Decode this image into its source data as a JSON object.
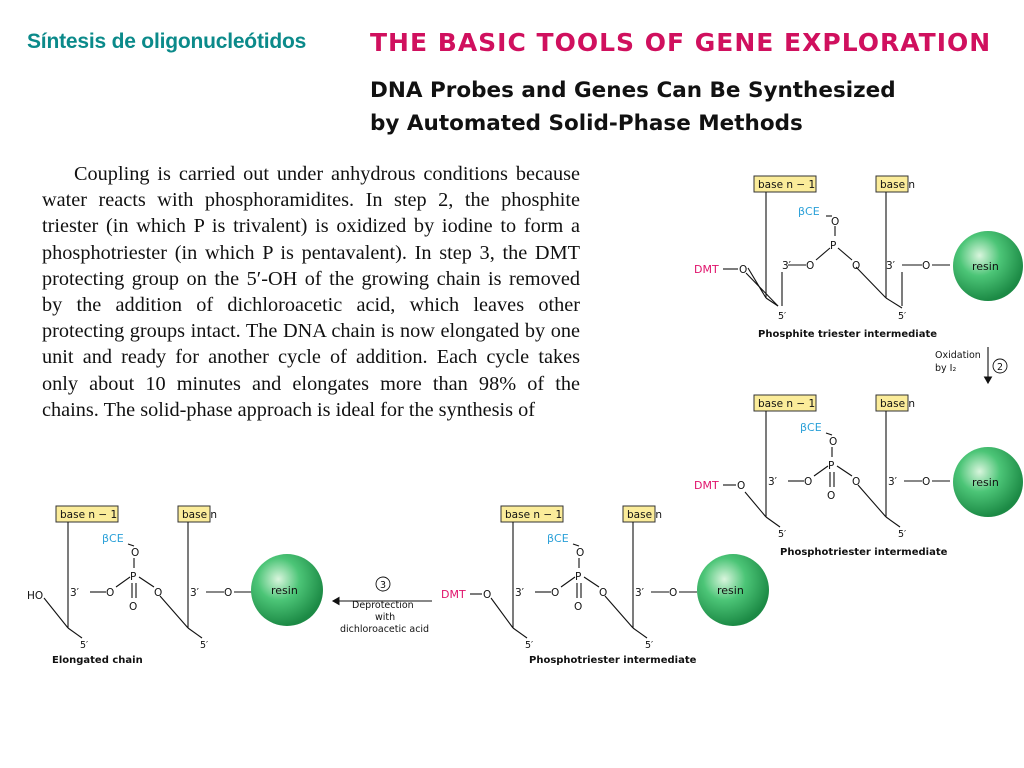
{
  "slide": {
    "title": "Síntesis de oligonucleótidos"
  },
  "header": {
    "chapter": "THE BASIC TOOLS OF GENE EXPLORATION",
    "section_line1": "DNA Probes and Genes Can Be Synthesized",
    "section_line2": "by Automated Solid-Phase Methods"
  },
  "body": {
    "paragraph": "Coupling is carried out under anhydrous conditions because water reacts with phosphoramidites. In step 2, the phosphite triester (in which P is trivalent) is oxidized by iodine to form a phosphotriester (in which P is pentavalent). In step 3, the DMT protecting group on the 5′-OH of the growing chain is removed by the addition of dichloroacetic acid, which leaves other protecting groups intact. The DNA chain is now elongated by one unit and ready for another cycle of addition. Each cycle takes only about 10 minutes and elongates more than 98% of the chains. The solid-phase approach is ideal for the synthesis of"
  },
  "diagram": {
    "base_n_minus_1": "base n − 1",
    "base_n": "base n",
    "beta_ce": "βCE",
    "p": "P",
    "o": "O",
    "prime3": "3′",
    "prime5": "5′",
    "dmt": "DMT",
    "ho": "HO",
    "resin": "resin",
    "caption_phosphite": "Phosphite triester intermediate",
    "caption_phosphotriester": "Phosphotriester intermediate",
    "caption_elongated": "Elongated chain",
    "oxidation_line1": "Oxidation",
    "oxidation_line2": "by I₂",
    "step2": "2",
    "step3": "3",
    "deprotection_line1": "Deprotection",
    "deprotection_line2": "with",
    "deprotection_line3": "dichloroacetic acid",
    "colors": {
      "dmt": "#e0126b",
      "bce": "#2aa0d8",
      "resin": "#2fae5c",
      "base_box": "#fbec9a",
      "title": "#0b8a8a",
      "chapter": "#d0105e"
    }
  }
}
